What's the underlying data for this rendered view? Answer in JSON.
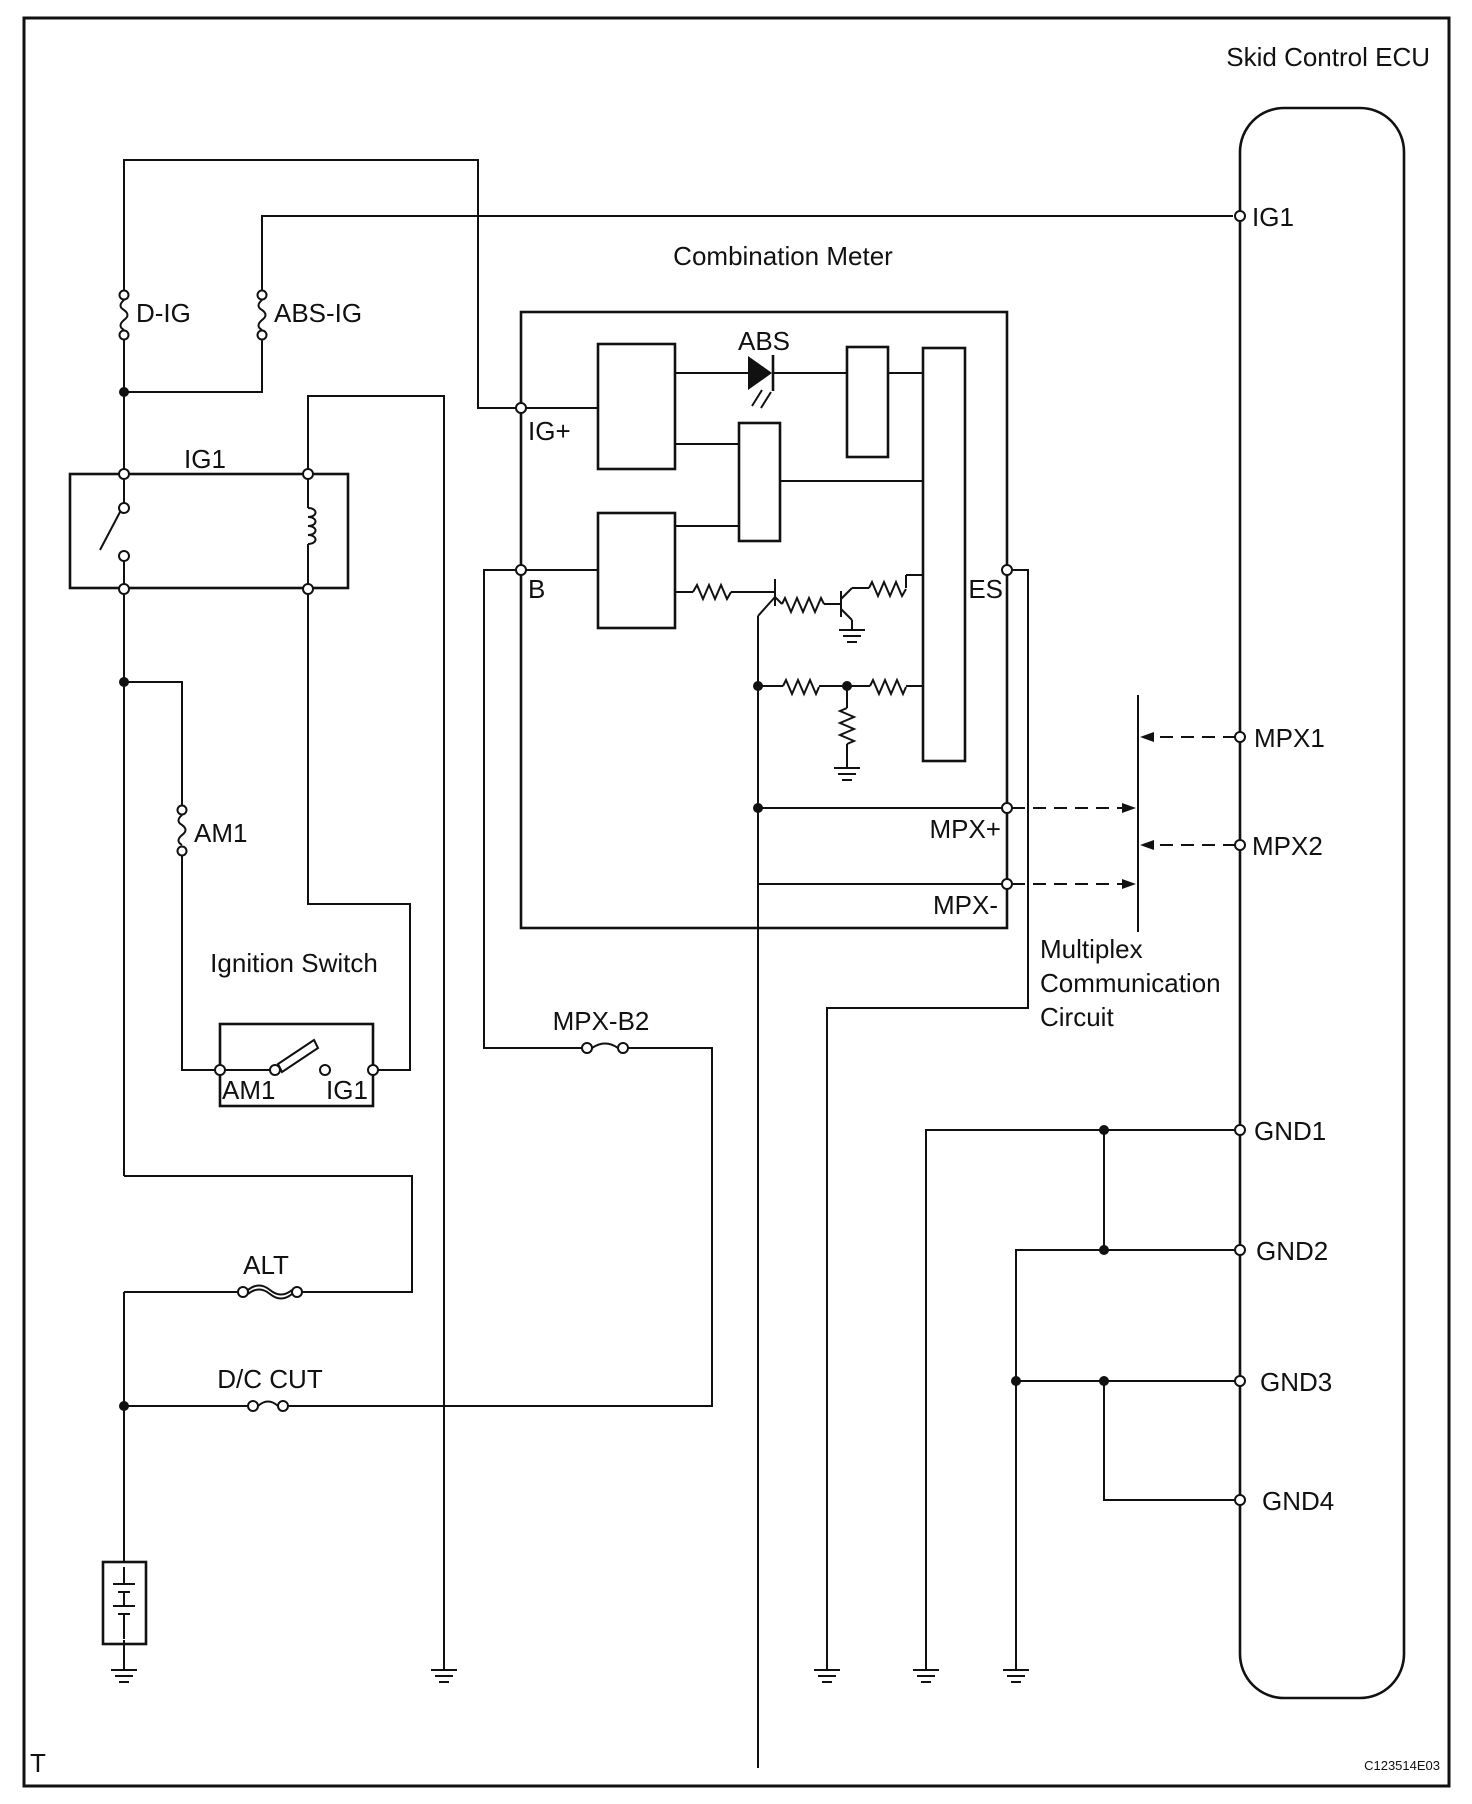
{
  "title": "Skid Control ECU",
  "meter": {
    "title": "Combination Meter",
    "ig_plus": "IG+",
    "b": "B",
    "es": "ES",
    "abs": "ABS",
    "mpx_plus": "MPX+",
    "mpx_minus": "MPX-"
  },
  "ecu_pins": {
    "ig1": "IG1",
    "mpx1": "MPX1",
    "mpx2": "MPX2",
    "gnd1": "GND1",
    "gnd2": "GND2",
    "gnd3": "GND3",
    "gnd4": "GND4"
  },
  "fuses": {
    "d_ig": "D-IG",
    "abs_ig": "ABS-IG",
    "am1": "AM1",
    "mpx_b2": "MPX-B2",
    "alt": "ALT",
    "dc_cut": "D/C CUT"
  },
  "relay": {
    "title": "IG1"
  },
  "ignition_switch": {
    "title": "Ignition Switch",
    "am1": "AM1",
    "ig1": "IG1"
  },
  "multiplex": {
    "line1": "Multiplex",
    "line2": "Communication",
    "line3": "Circuit"
  },
  "corner_mark": "T",
  "code": "C123514E03"
}
